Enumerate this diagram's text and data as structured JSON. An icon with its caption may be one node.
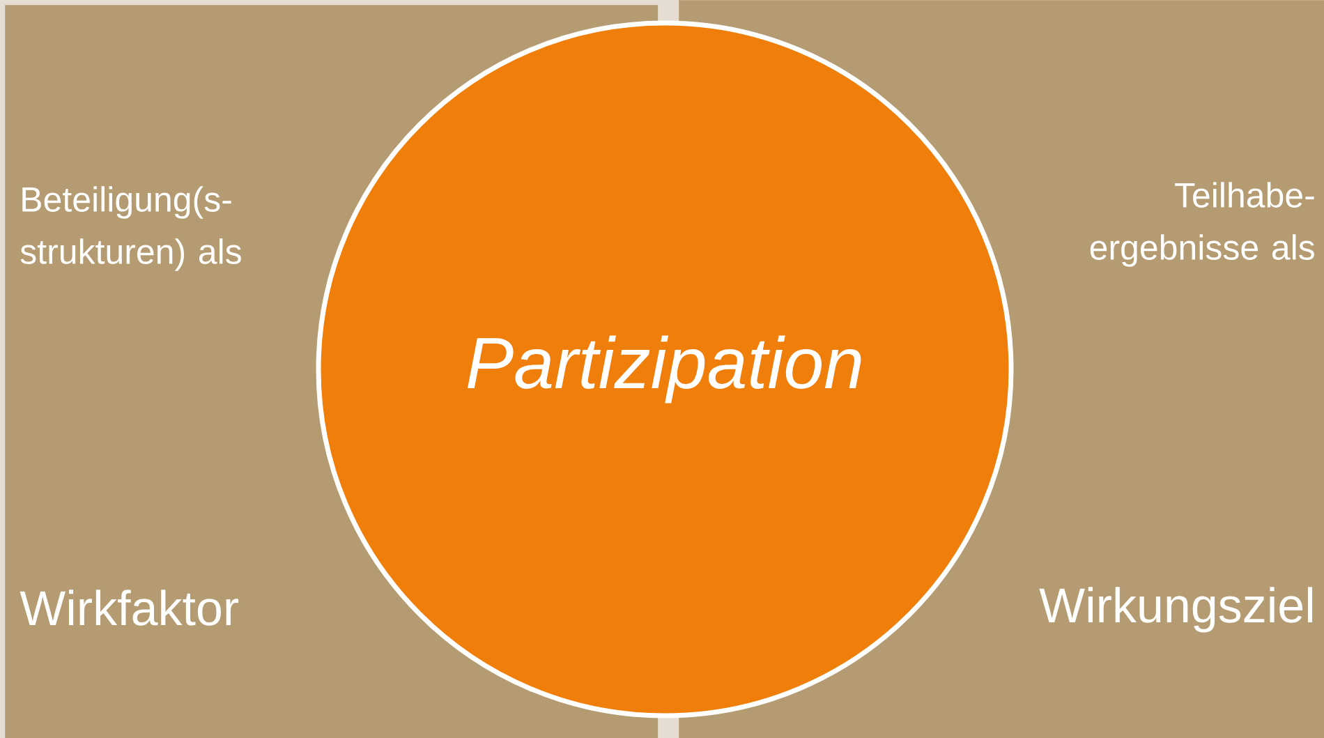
{
  "diagram": {
    "nodes": [
      {
        "text": [
          "Beteiligung(s-strukturen) als",
          "Wirkfaktor"
        ]
      },
      {
        "text": [
          "Partizipation"
        ]
      },
      {
        "text": [
          "Teilhabe-ergebnisse als",
          "Wirkungsziel"
        ]
      }
    ]
  }
}
